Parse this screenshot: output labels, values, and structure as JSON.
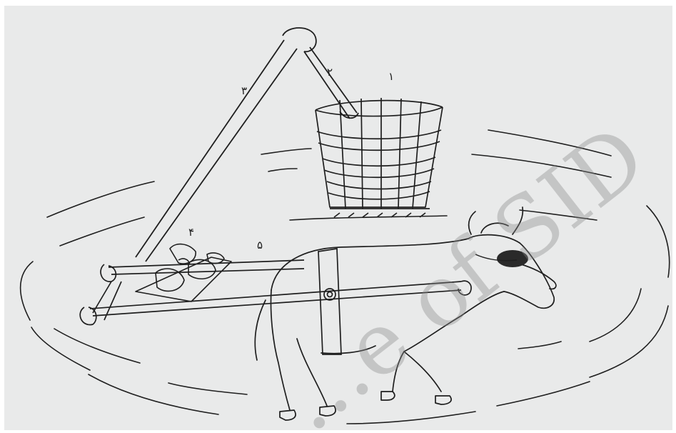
{
  "illustration": {
    "labels": {
      "n1": "١",
      "n2": "٢",
      "n3": "٣",
      "n4": "۴",
      "n5": "۵"
    },
    "watermark": "...e of SID"
  },
  "colors": {
    "paper": "#e9eaea",
    "ink": "#1f1f1f",
    "watermark": "#8a8a8a",
    "patch": "#2a2a2a"
  }
}
